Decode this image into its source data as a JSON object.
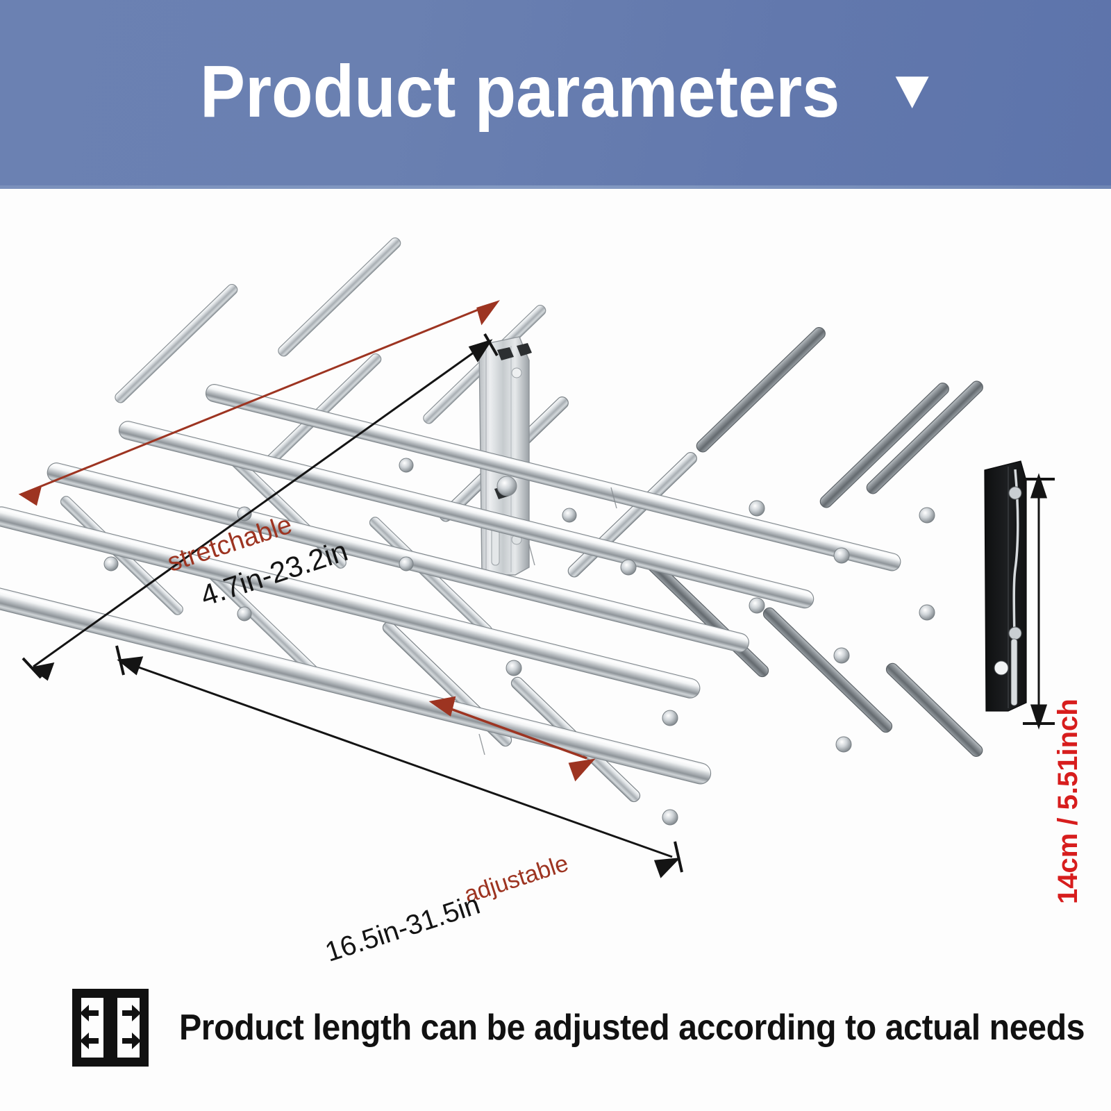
{
  "header": {
    "title": "Product parameters",
    "caret": "▼",
    "background_from": "#6b81b2",
    "background_to": "#5d74ab",
    "text_color": "#ffffff"
  },
  "product": {
    "name": "wall-mounted retractable accordion clothes drying rack",
    "finish": "stainless-steel-chrome",
    "rod_count": 5,
    "bracket_left": "wall-mount-plate-chrome",
    "bracket_right": "wall-mount-plate-dark"
  },
  "annotations": {
    "stretchable_label": "stretchable",
    "stretchable_range": "4.7in-23.2in",
    "adjustable_label": "adjustable",
    "adjustable_range": "16.5in-31.5in",
    "height_label": "14cm / 5.51inch",
    "red_color": "#9d3421",
    "height_color": "#d71d1d",
    "dimension_color": "#141414"
  },
  "footer": {
    "caption": "Product length can be adjusted according to actual needs",
    "icon": "adjust-width-icon"
  }
}
